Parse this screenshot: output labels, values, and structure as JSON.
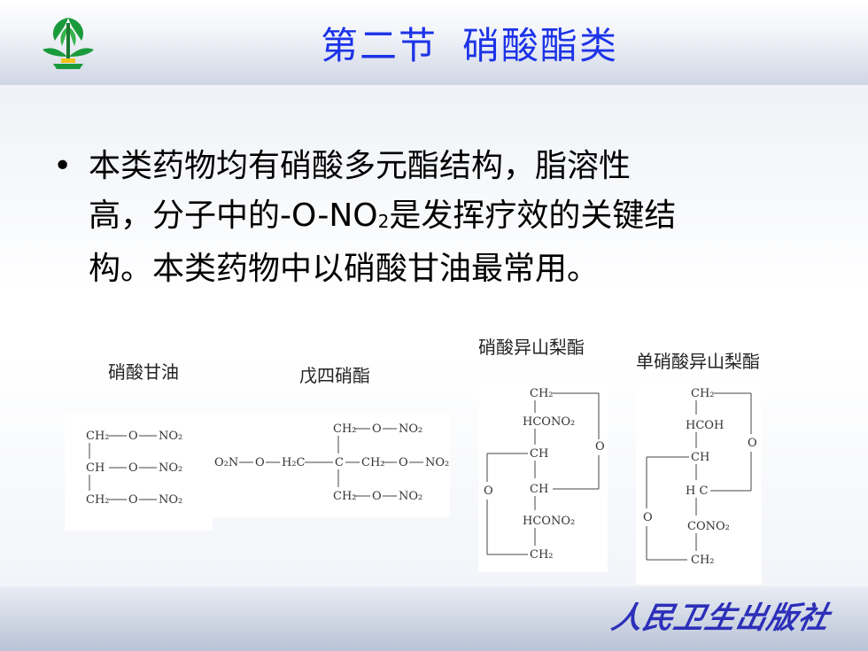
{
  "title": {
    "part1": "第二节",
    "part2": "硝酸酯类"
  },
  "bullet": {
    "dot": "•",
    "line1": "本类药物均有硝酸多元酯结构，脂溶性",
    "line2a": "高，分子中的-O-NO",
    "line2sub": "2",
    "line2b": "是发挥疗效的关键结",
    "line3": "构。本类药物中以硝酸甘油最常用。"
  },
  "captions": {
    "glycerin": "硝酸甘油",
    "pentaerythritol": "戊四硝酯",
    "isosorbide": "硝酸异山梨酯",
    "mononitrate": "单硝酸异山梨酯"
  },
  "structures": {
    "glycerin": {
      "rows": [
        [
          "CH₂",
          "O",
          "NO₂"
        ],
        [
          "CH",
          "O",
          "NO₂"
        ],
        [
          "CH₂",
          "O",
          "NO₂"
        ]
      ]
    },
    "pentaerythritol": {
      "top": [
        "CH₂",
        "O",
        "NO₂"
      ],
      "middle": [
        "O₂N",
        "O",
        "H₂C",
        "C",
        "CH₂",
        "O",
        "NO₂"
      ],
      "bottom": [
        "CH₂",
        "O",
        "NO₂"
      ]
    },
    "isosorbide": {
      "chain": [
        "CH₂",
        "HCONO₂",
        "CH",
        "CH",
        "HCONO₂",
        "CH₂"
      ],
      "ring_o": "O"
    },
    "mononitrate": {
      "chain": [
        "CH₂",
        "HCOH",
        "CH",
        "H C",
        "CONO₂",
        "CH₂"
      ],
      "ring_o": "O"
    }
  },
  "publisher": "人民卫生出版社",
  "logo": {
    "icon": "plant-logo-icon",
    "colors": [
      "#1a9a3c",
      "#f1c21b"
    ]
  }
}
